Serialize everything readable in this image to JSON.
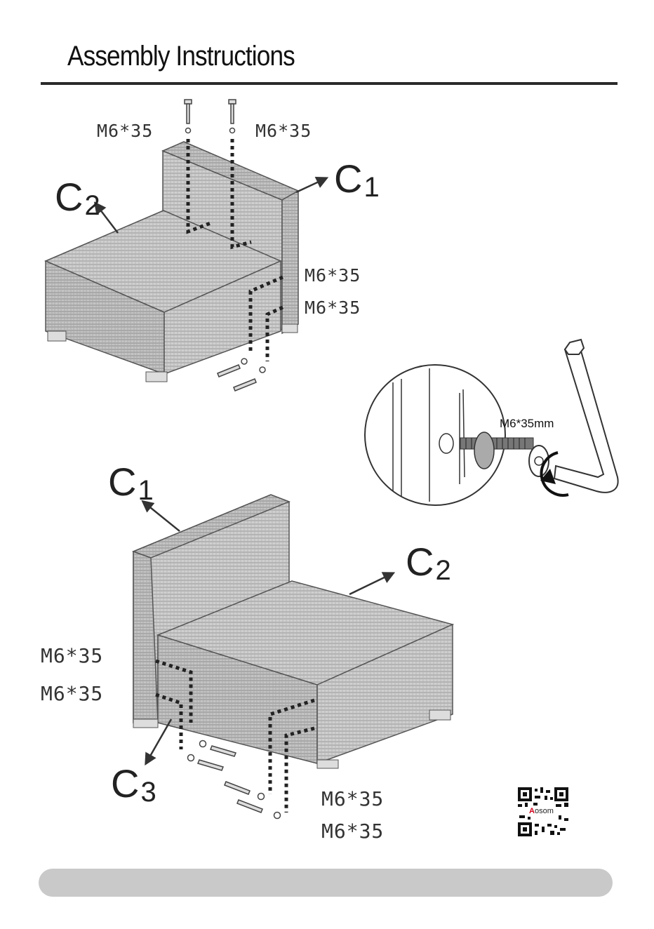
{
  "header": {
    "title": "Assembly Instructions"
  },
  "diagram_top": {
    "bolt_labels": [
      "M6*35",
      "M6*35",
      "M6*35",
      "M6*35"
    ],
    "parts": [
      {
        "letter": "C",
        "number": "2"
      },
      {
        "letter": "C",
        "number": "1"
      }
    ]
  },
  "detail": {
    "bolt_label": "M6*35mm"
  },
  "diagram_bottom": {
    "bolt_labels": [
      "M6*35",
      "M6*35",
      "M6*35",
      "M6*35"
    ],
    "parts": [
      {
        "letter": "C",
        "number": "1"
      },
      {
        "letter": "C",
        "number": "2"
      },
      {
        "letter": "C",
        "number": "3"
      }
    ]
  },
  "qr": {
    "brand_initial": "A",
    "brand_rest": "osom"
  }
}
